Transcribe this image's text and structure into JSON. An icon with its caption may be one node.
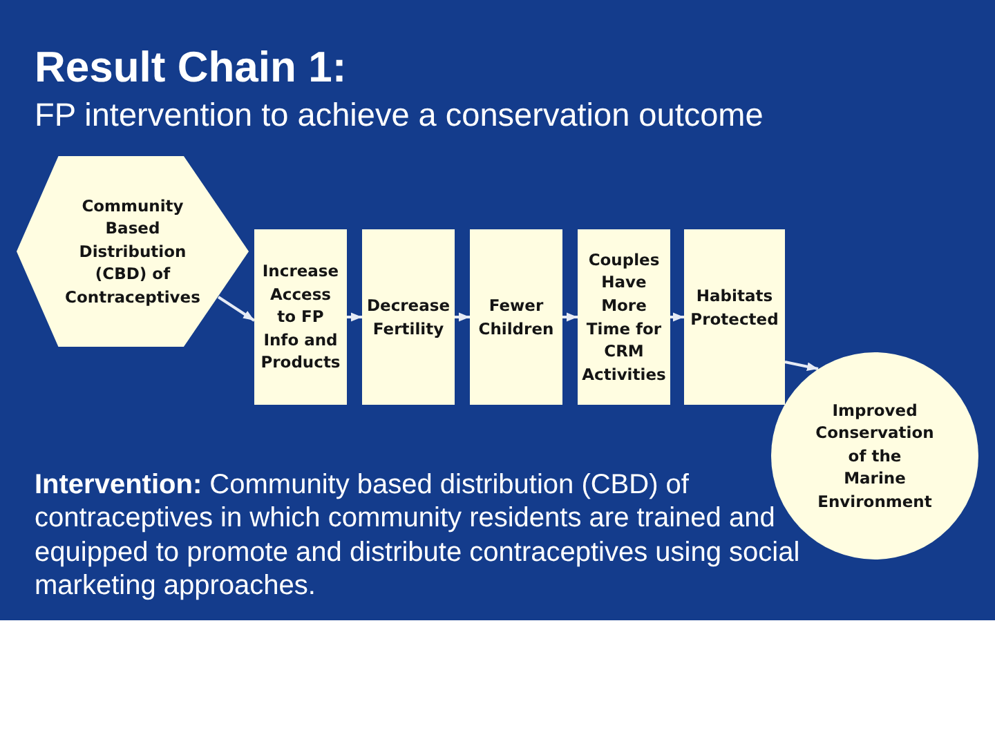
{
  "diagram": {
    "title": "Result Chain 1:",
    "nodes": [
      {
        "text": [
          "Community Based Distribution (CBD) of Contraceptives"
        ]
      },
      {
        "text": [
          "Increase Access to FP Info and Products"
        ]
      },
      {
        "text": [
          "Decrease Fertility"
        ]
      },
      {
        "text": [
          "Fewer Children"
        ]
      },
      {
        "text": [
          "Couples Have More Time for CRM Activities"
        ]
      },
      {
        "text": [
          "Habitats Protected"
        ]
      },
      {
        "text": [
          "Improved Conservation of the Marine Environment"
        ]
      }
    ],
    "edges": [
      {
        "from": 0,
        "to": 1,
        "arrow": "to"
      },
      {
        "from": 1,
        "to": 2,
        "arrow": "to"
      },
      {
        "from": 2,
        "to": 3,
        "arrow": "to"
      },
      {
        "from": 3,
        "to": 4,
        "arrow": "to"
      },
      {
        "from": 4,
        "to": 5,
        "arrow": "to"
      },
      {
        "from": 5,
        "to": 6,
        "arrow": "to"
      }
    ],
    "labels": [
      "FP intervention to achieve a conservation outcome",
      "**Intervention:** Community based distribution (CBD) of contraceptives in which community residents are trained and equipped to promote and distribute contraceptives using social marketing approaches."
    ]
  }
}
